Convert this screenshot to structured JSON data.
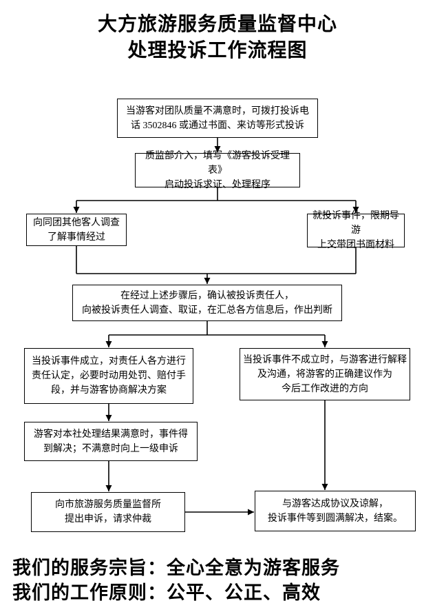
{
  "title": {
    "line1": "大方旅游服务质量监督中心",
    "line2": "处理投诉工作流程图"
  },
  "nodes": {
    "n1": "当游客对团队质量不满意时，可拨打投诉电\n话 3502846 或通过书面、来访等形式投诉",
    "n2": "质监部介入，填写《游客投诉受理表》\n启动投诉求证、处理程序",
    "n3": "向同团其他客人调查\n了解事情经过",
    "n4": "就投诉事件，限期导游\n上交带团书面材料",
    "n5": "在经过上述步骤后，确认被投诉责任人，\n向被投诉责任人调查、取证，在汇总各方信息后，作出判断",
    "n6": "当投诉事件成立，对责任人各方进行\n责任认定，必要时动用处罚、赔付手\n段，并与游客协商解决方案",
    "n7": "当投诉事件不成立时，与游客进行解释\n及沟通，将游客的正确建议作为\n今后工作改进的方向",
    "n8": "游客对本社处理结果满意时，事件得\n到解决；不满意时向上一级申诉",
    "n9": "向市旅游服务质量监督所\n提出申诉，请求仲裁",
    "n10": "与游客达成协议及谅解，\n投诉事件等到圆满解决，结案。"
  },
  "footer": {
    "line1": "我们的服务宗旨：全心全意为游客服务",
    "line2": "我们的工作原则：公平、公正、高效"
  },
  "colors": {
    "ink": "#000000",
    "background": "#ffffff"
  }
}
